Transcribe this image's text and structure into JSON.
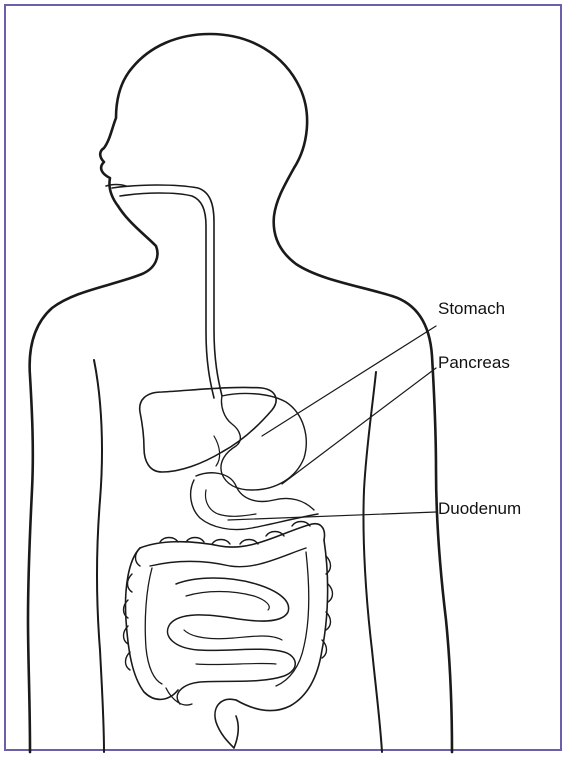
{
  "diagram": {
    "labels": {
      "stomach": "Stomach",
      "pancreas": "Pancreas",
      "duodenum": "Duodenum"
    },
    "colors": {
      "frame": "#6a5fa8",
      "ink": "#1a1a1a",
      "background": "#ffffff"
    }
  }
}
